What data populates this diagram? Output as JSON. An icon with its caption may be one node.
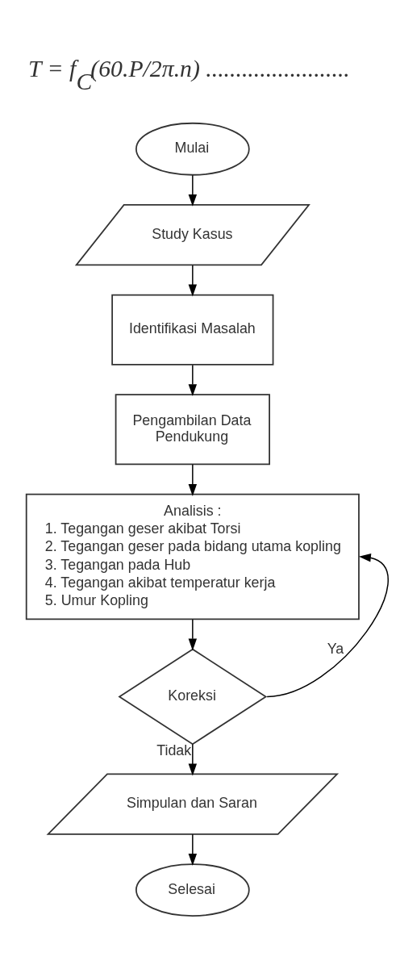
{
  "diagram": {
    "nodes": [
      {
        "text": [
          "Mulai"
        ]
      },
      {
        "text": [
          "Study Kasus"
        ]
      },
      {
        "text": [
          "Identifikasi Masalah"
        ]
      },
      {
        "text": [
          "Pengambilan Data Pendukung"
        ]
      },
      {
        "text": [
          "Analisis :",
          "1. Tegangan geser akibat Torsi",
          "2. Tegangan geser pada bidang utama kopling",
          "3. Tegangan pada Hub",
          "4. Tegangan akibat temperatur kerja",
          "5. Umur Kopling"
        ]
      },
      {
        "text": [
          "Koreksi"
        ]
      },
      {
        "text": [
          "Simpulan dan Saran"
        ]
      },
      {
        "text": [
          "Selesai"
        ]
      }
    ],
    "edges": [
      {
        "from": 0,
        "to": 1,
        "arrow": "to"
      },
      {
        "from": 1,
        "to": 2,
        "arrow": "to"
      },
      {
        "from": 2,
        "to": 3,
        "arrow": "to"
      },
      {
        "from": 3,
        "to": 4,
        "arrow": "to"
      },
      {
        "from": 4,
        "to": 5,
        "arrow": "to"
      },
      {
        "from": 5,
        "to": 4,
        "label": "Ya",
        "arrow": "to"
      },
      {
        "from": 5,
        "to": 6,
        "label": "Tidak",
        "arrow": "to"
      },
      {
        "from": 6,
        "to": 7,
        "arrow": "to"
      }
    ],
    "labels": [
      "T = f$_{C}$(60.P/2π.n) ........................"
    ]
  }
}
